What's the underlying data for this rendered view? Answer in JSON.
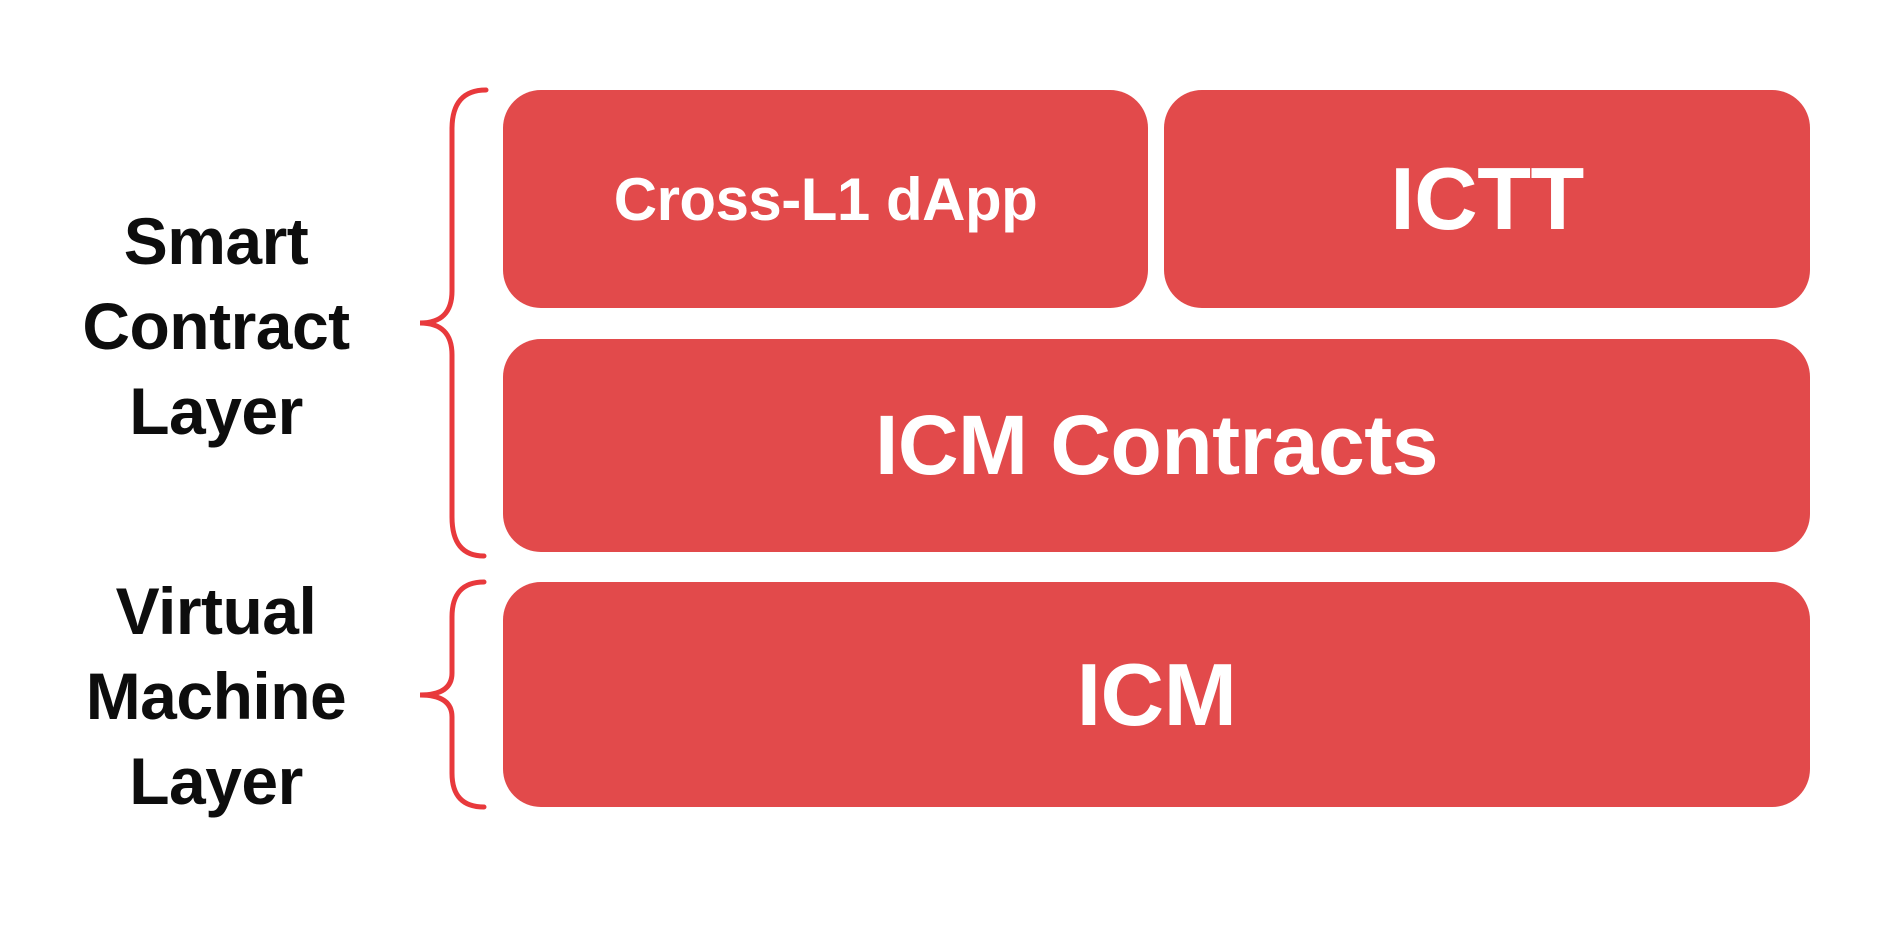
{
  "colors": {
    "background": "#ffffff",
    "box_fill": "#e24a4b",
    "box_text": "#ffffff",
    "brace_stroke": "#e8393c",
    "label_text": "#0d0d0d"
  },
  "layers": {
    "smart_contract": {
      "label_lines": [
        "Smart",
        "Contract",
        "Layer"
      ],
      "boxes": {
        "cross_l1_dapp": "Cross-L1 dApp",
        "ictt": "ICTT",
        "icm_contracts": "ICM Contracts"
      }
    },
    "virtual_machine": {
      "label_lines": [
        "Virtual",
        "Machine",
        "Layer"
      ],
      "boxes": {
        "icm": "ICM"
      }
    }
  }
}
